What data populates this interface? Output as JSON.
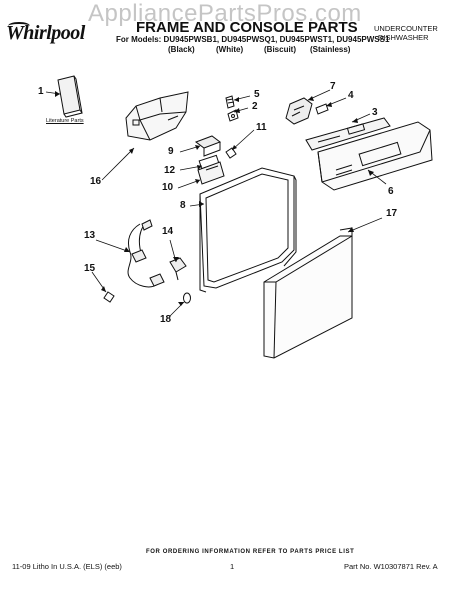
{
  "watermark": "AppliancePartsPros.com",
  "brand": "Whirlpool",
  "title": "FRAME AND CONSOLE PARTS",
  "models_line": "For Models: DU945PWSB1, DU945PWSQ1, DU945PWST1, DU945PWSS1",
  "finishes": [
    "(Black)",
    "(White)",
    "(Biscuit)",
    "(Stainless)"
  ],
  "appliance_type": [
    "UNDERCOUNTER",
    "DISHWASHER"
  ],
  "literature_label": "Literature Parts",
  "callouts": [
    "1",
    "2",
    "3",
    "4",
    "5",
    "6",
    "7",
    "8",
    "9",
    "10",
    "11",
    "12",
    "13",
    "14",
    "15",
    "16",
    "17",
    "18"
  ],
  "footer": {
    "ordering_note": "FOR ORDERING INFORMATION REFER TO PARTS PRICE LIST",
    "left": "11-09 Litho In U.S.A. (ELS) (eeb)",
    "page": "1",
    "right": "Part No. W10307871 Rev. A"
  }
}
